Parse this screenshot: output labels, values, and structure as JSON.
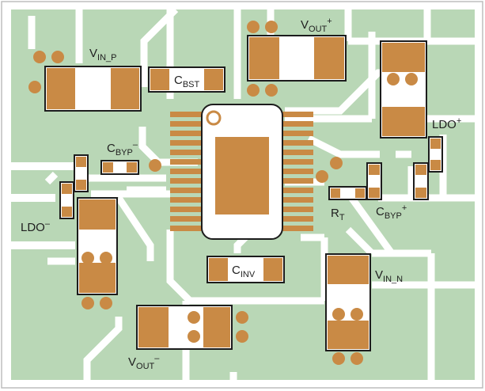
{
  "colors": {
    "board": "#b9d7b6",
    "trace": "#ffffff",
    "copper": "#c98a45",
    "outline": "#1c1c1c",
    "border": "#bdbdbd"
  },
  "labels": {
    "vin_p": {
      "main": "V",
      "sub": "IN_P",
      "sup": ""
    },
    "vout_plus": {
      "main": "V",
      "sub": "OUT",
      "sup": "+"
    },
    "c_bst": {
      "main": "C",
      "sub": "BST",
      "sup": ""
    },
    "c_byp_minus": {
      "main": "C",
      "sub": "BYP",
      "sup": "–"
    },
    "ldo_plus": {
      "main": "LDO",
      "sub": "",
      "sup": "+"
    },
    "ldo_minus": {
      "main": "LDO",
      "sub": "",
      "sup": "–"
    },
    "r_t": {
      "main": "R",
      "sub": "T",
      "sup": ""
    },
    "c_byp_plus": {
      "main": "C",
      "sub": "BYP",
      "sup": "+"
    },
    "c_inv": {
      "main": "C",
      "sub": "INV",
      "sup": ""
    },
    "vin_n": {
      "main": "V",
      "sub": "IN_N",
      "sup": ""
    },
    "vout_minus": {
      "main": "V",
      "sub": "OUT",
      "sup": "–"
    }
  }
}
